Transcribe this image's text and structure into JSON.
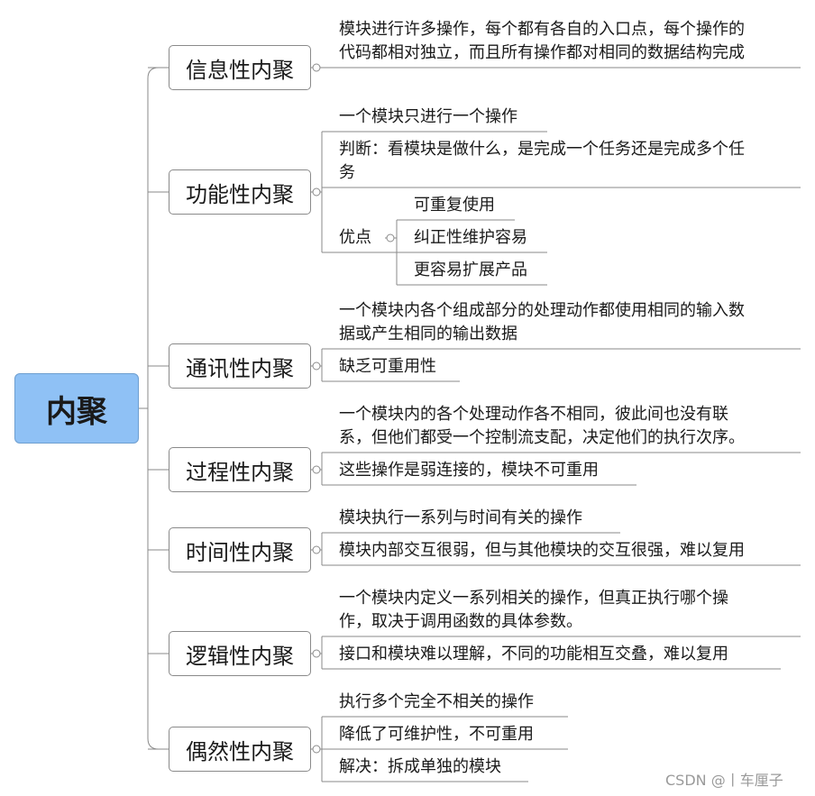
{
  "root": {
    "label": "内聚"
  },
  "branches": [
    {
      "label": "信息性内聚",
      "items": [
        {
          "lines": [
            "模块进行许多操作，每个都有各自的入口点，每个操作的",
            "代码都相对独立，而且所有操作都对相同的数据结构完成"
          ]
        }
      ]
    },
    {
      "label": "功能性内聚",
      "items": [
        {
          "lines": [
            "一个模块只进行一个操作"
          ]
        },
        {
          "lines": [
            "判断：看模块是做什么，是完成一个任务还是完成多个任",
            "务"
          ]
        },
        {
          "lines": [
            "优点"
          ],
          "children": [
            "可重复使用",
            "纠正性维护容易",
            "更容易扩展产品"
          ]
        }
      ]
    },
    {
      "label": "通讯性内聚",
      "items": [
        {
          "lines": [
            "一个模块内各个组成部分的处理动作都使用相同的输入数",
            "据或产生相同的输出数据"
          ]
        },
        {
          "lines": [
            "缺乏可重用性"
          ]
        }
      ]
    },
    {
      "label": "过程性内聚",
      "items": [
        {
          "lines": [
            "一个模块内的各个处理动作各不相同，彼此间也没有联",
            "系，但他们都受一个控制流支配，决定他们的执行次序。"
          ]
        },
        {
          "lines": [
            "这些操作是弱连接的，模块不可重用"
          ]
        }
      ]
    },
    {
      "label": "时间性内聚",
      "items": [
        {
          "lines": [
            "模块执行一系列与时间有关的操作"
          ]
        },
        {
          "lines": [
            "模块内部交互很弱，但与其他模块的交互很强，难以复用"
          ]
        }
      ]
    },
    {
      "label": "逻辑性内聚",
      "items": [
        {
          "lines": [
            "一个模块内定义一系列相关的操作，但真正执行哪个操",
            "作，取决于调用函数的具体参数。"
          ]
        },
        {
          "lines": [
            "接口和模块难以理解，不同的功能相互交叠，难以复用"
          ]
        }
      ]
    },
    {
      "label": "偶然性内聚",
      "items": [
        {
          "lines": [
            "执行多个完全不相关的操作"
          ]
        },
        {
          "lines": [
            "降低了可维护性，不可重用"
          ]
        },
        {
          "lines": [
            "解决：拆成单独的模块"
          ]
        }
      ]
    }
  ],
  "watermark": "CSDN @丨车厘子",
  "colors": {
    "root_fill": "#8fc1f5",
    "line": "#8a8a8a",
    "text": "#1a1a1a"
  }
}
